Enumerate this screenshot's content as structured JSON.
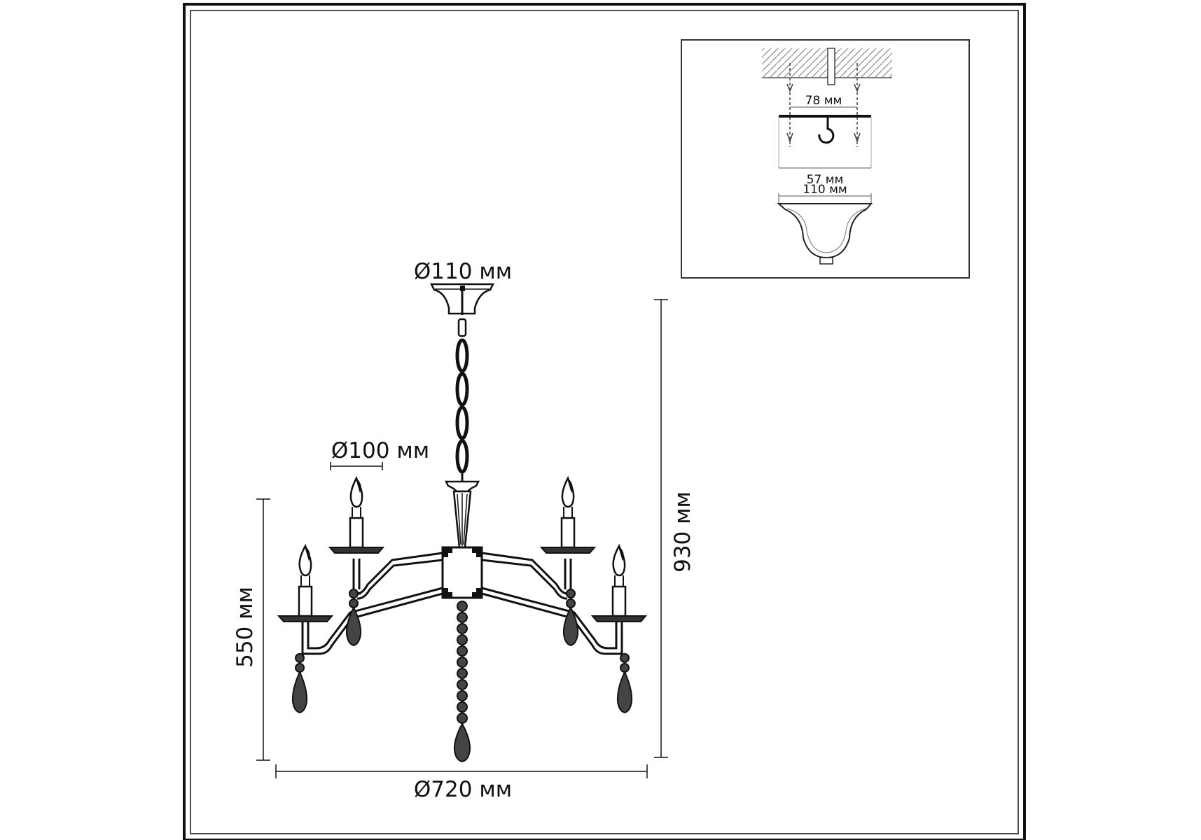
{
  "dimensions": {
    "ceiling_cup_diameter": "Ø110 мм",
    "shade_diameter": "Ø100 мм",
    "overall_height": "930 мм",
    "body_height": "550 мм",
    "overall_diameter": "Ø720 мм"
  },
  "mounting_detail": {
    "screw_spacing": "78 мм",
    "bar_length": "57 мм",
    "canopy_width": "110 мм"
  }
}
